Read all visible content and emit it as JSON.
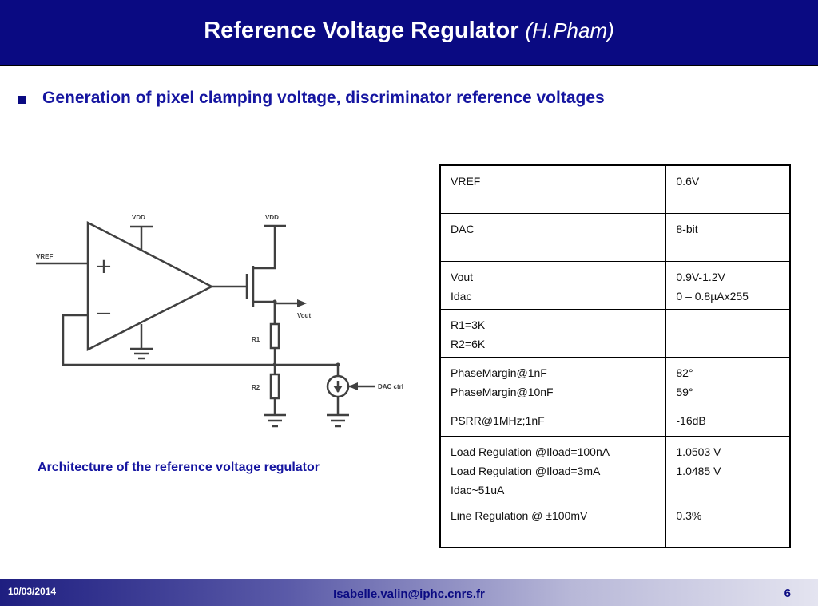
{
  "title": {
    "main": "Reference Voltage Regulator",
    "author": "(H.Pham)"
  },
  "bullet": {
    "text": "Generation of pixel clamping voltage, discriminator reference voltages"
  },
  "schematic": {
    "labels": {
      "vdd_left": "VDD",
      "vdd_right": "VDD",
      "vref": "VREF",
      "vout": "Vout",
      "r1": "R1",
      "r2": "R2",
      "dac_ctrl": "DAC ctrl",
      "plus": "+",
      "minus": "−"
    }
  },
  "caption": "Architecture of the reference voltage regulator",
  "table": {
    "rows": [
      {
        "param": [
          "VREF"
        ],
        "value": [
          "0.6V"
        ]
      },
      {
        "param": [
          "DAC"
        ],
        "value": [
          "8-bit"
        ]
      },
      {
        "param": [
          "Vout",
          "Idac"
        ],
        "value": [
          "0.9V-1.2V",
          "0 – 0.8µAx255"
        ]
      },
      {
        "param": [
          "R1=3K",
          "R2=6K"
        ],
        "value": []
      },
      {
        "param": [
          "PhaseMargin@1nF",
          "PhaseMargin@10nF"
        ],
        "value": [
          "82°",
          "59°"
        ]
      },
      {
        "param": [
          "PSRR@1MHz;1nF"
        ],
        "value": [
          "-16dB"
        ]
      },
      {
        "param": [
          "Load Regulation @Iload=100nA",
          "Load Regulation @Iload=3mA",
          "Idac~51uA"
        ],
        "value": [
          "1.0503 V",
          "1.0485 V"
        ]
      },
      {
        "param": [
          "Line Regulation @ ±100mV"
        ],
        "value": [
          "0.3%"
        ]
      }
    ]
  },
  "footer": {
    "date": "10/03/2014",
    "email": "Isabelle.valin@iphc.cnrs.fr",
    "page": "6"
  }
}
